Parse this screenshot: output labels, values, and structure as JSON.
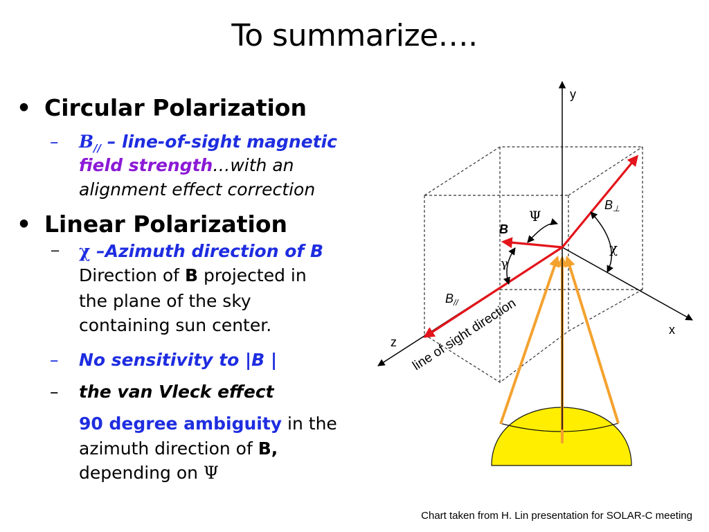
{
  "title": "To summarize….",
  "bullets": {
    "circular": {
      "heading": "Circular Polarization",
      "item1": {
        "symbol": "B",
        "subscript": "//",
        "dash": " – ",
        "text_a": "line-of-sight magnetic",
        "text_b": "field strength",
        "text_c": "…with an",
        "text_d": "alignment effect correction"
      }
    },
    "linear": {
      "heading": "Linear Polarization",
      "item1": {
        "symbol": "χ",
        "dash": " –",
        "text_a": "Azimuth direction of B",
        "line2_a": "Direction of ",
        "line2_b": "B",
        "line2_c": " projected in",
        "line3": "the plane of the sky",
        "line4": "containing sun center."
      },
      "item2": {
        "text": "No sensitivity to |B |"
      },
      "item3": {
        "text": "the van Vleck effect",
        "line2_a": "90 degree ambiguity",
        "line2_b": " in the",
        "line3_a": "azimuth direction of ",
        "line3_b": "B",
        "line3_c": ",",
        "line4_a": "depending on ",
        "line4_b": "Ψ"
      }
    }
  },
  "diagram": {
    "axis_y": "y",
    "axis_x": "x",
    "axis_z": "z",
    "label_B": "B",
    "label_Bperp": "B",
    "label_Bperp_sub": "⊥",
    "label_Bpar": "B",
    "label_Bpar_sub": "//",
    "label_psi": "Ψ",
    "label_chi": "χ",
    "label_gamma": "γ",
    "los_label": "line of sight direction",
    "colors": {
      "vector": "#e3141b",
      "cone": "#f4a22f",
      "sun": "#ffee00"
    }
  },
  "credit": "Chart  taken from  H. Lin presentation for SOLAR-C meeting"
}
